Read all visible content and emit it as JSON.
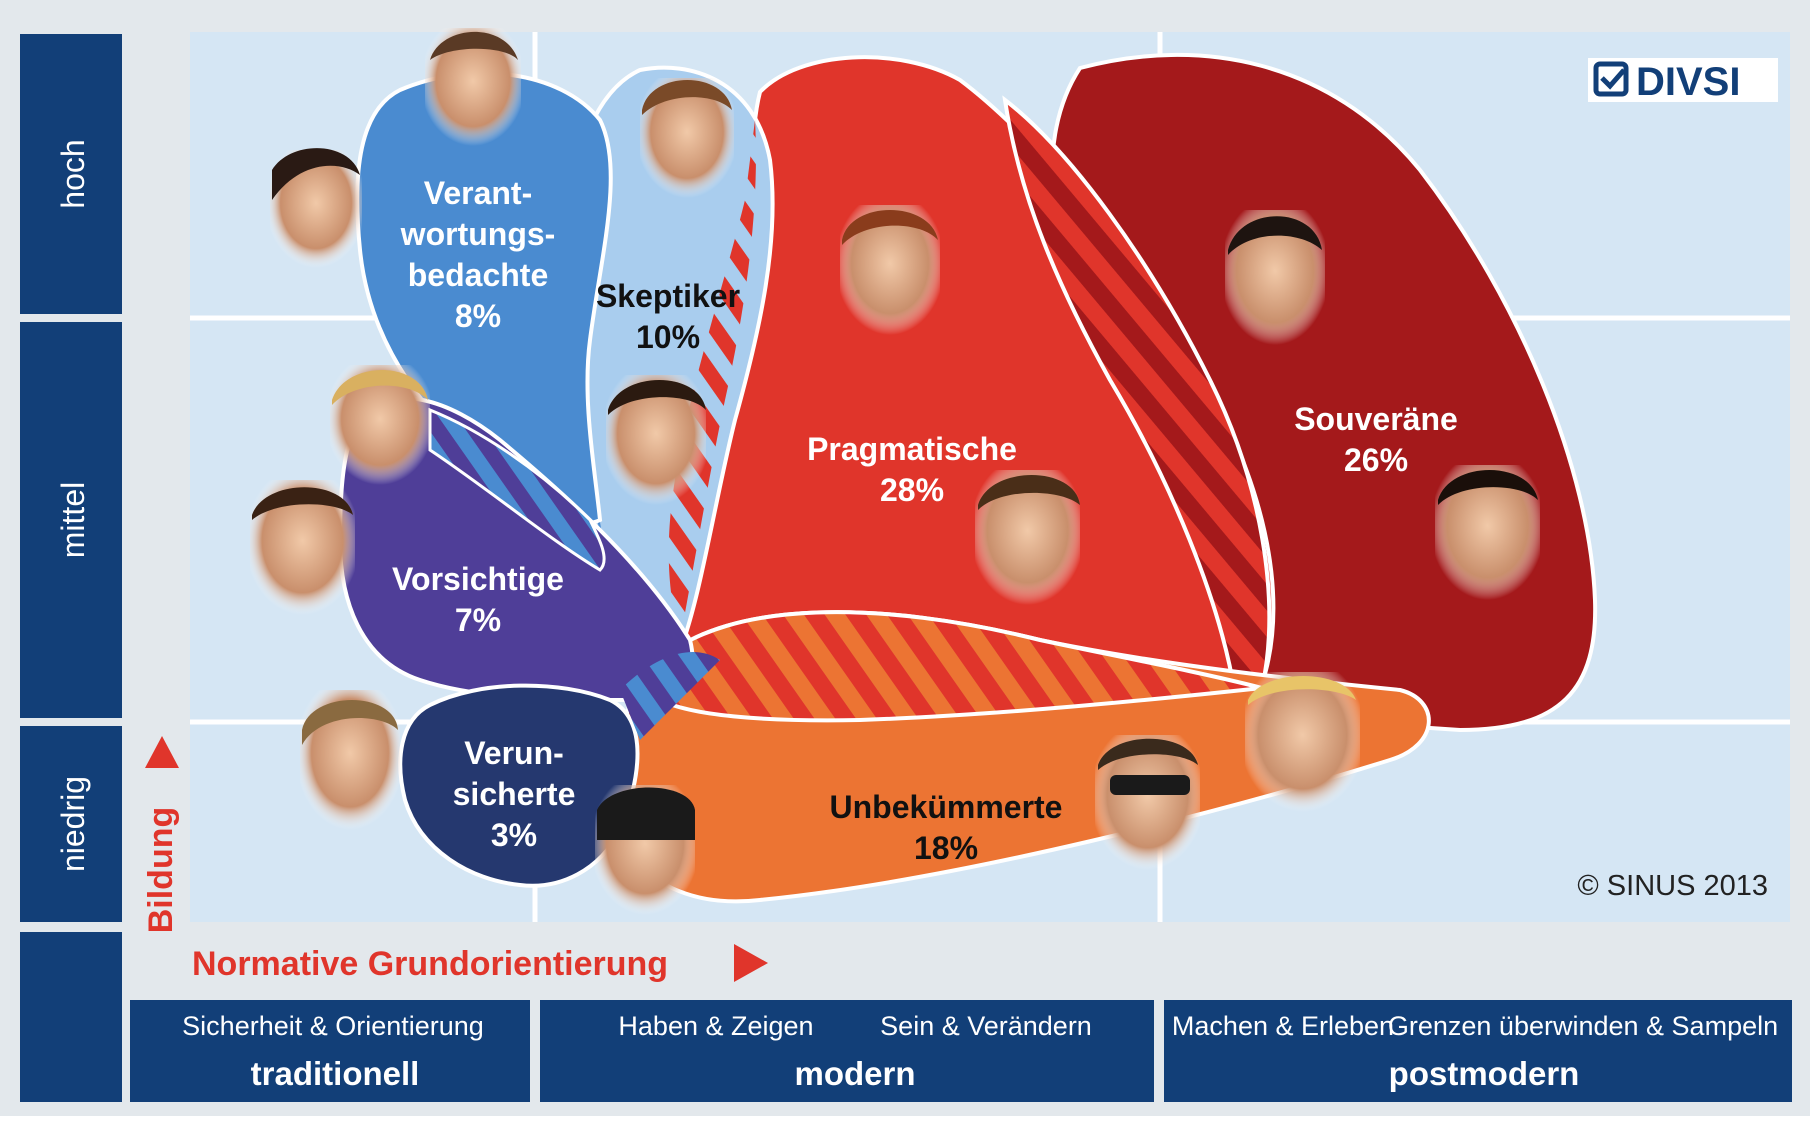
{
  "logo": {
    "text": "DIVSI"
  },
  "copyright": "© SINUS 2013",
  "y_axis": {
    "title": "Bildung",
    "levels": [
      "hoch",
      "mittel",
      "niedrig"
    ]
  },
  "x_axis": {
    "title": "Normative Grundorientierung",
    "groups": [
      {
        "label": "traditionell",
        "values": [
          "Sicherheit & Orientierung"
        ]
      },
      {
        "label": "modern",
        "values": [
          "Haben & Zeigen",
          "Sein & Verändern"
        ]
      },
      {
        "label": "postmodern",
        "values": [
          "Machen & Erleben",
          "Grenzen überwinden & Sampeln"
        ]
      }
    ]
  },
  "segments": [
    {
      "name_lines": [
        "Verant-",
        "wortungs-",
        "bedachte"
      ],
      "share": "8%",
      "color": "#4a8bd0"
    },
    {
      "name_lines": [
        "Skeptiker"
      ],
      "share": "10%",
      "color": "#a9cdee"
    },
    {
      "name_lines": [
        "Pragmatische"
      ],
      "share": "28%",
      "color": "#e0352b"
    },
    {
      "name_lines": [
        "Souveräne"
      ],
      "share": "26%",
      "color": "#a4191b"
    },
    {
      "name_lines": [
        "Vorsichtige"
      ],
      "share": "7%",
      "color": "#4f3e98"
    },
    {
      "name_lines": [
        "Verun-",
        "sicherte"
      ],
      "share": "3%",
      "color": "#25386f"
    },
    {
      "name_lines": [
        "Unbekümmerte"
      ],
      "share": "18%",
      "color": "#ec7433"
    }
  ],
  "colors": {
    "navy": "#123f78",
    "background_panel": "#d5e6f4",
    "outer_bg": "#e3e8ec",
    "axis_title": "#e0352b"
  },
  "icons": [
    "portrait-photo",
    "arrow-up-icon",
    "arrow-right-icon",
    "check-box-icon"
  ]
}
